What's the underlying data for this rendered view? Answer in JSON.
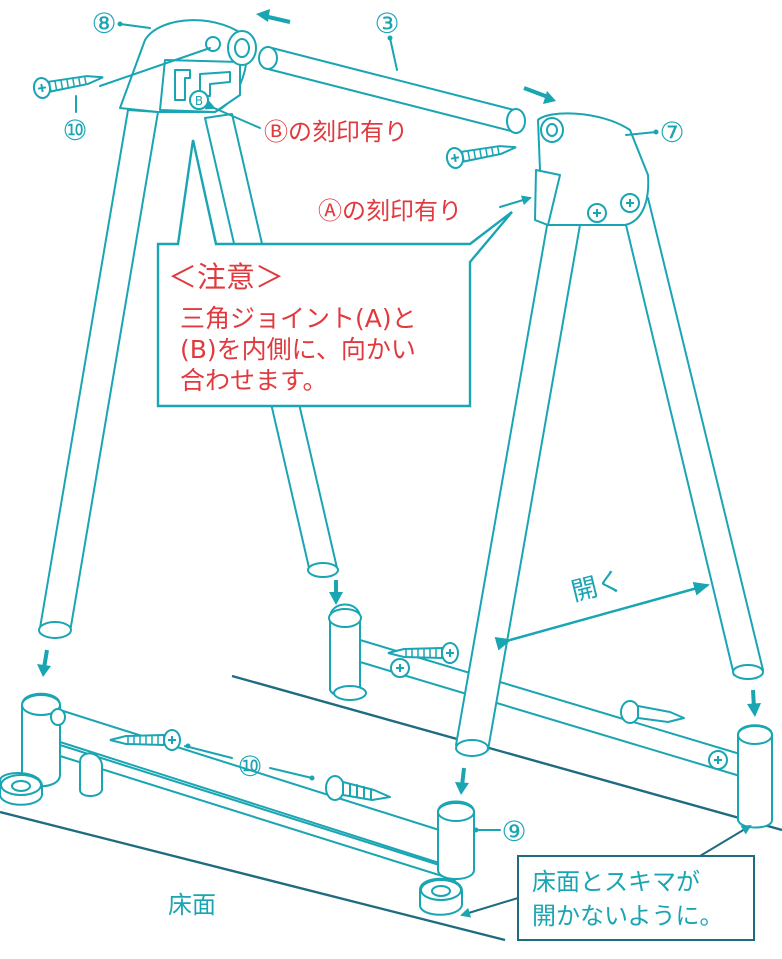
{
  "labels": {
    "part_8": "⑧",
    "part_3": "③",
    "part_7": "⑦",
    "part_10_top": "⑩",
    "part_10_bottom": "⑩",
    "part_9": "⑨",
    "stamp_b_mark": "B",
    "stamp_b": "Ⓑの刻印有り",
    "stamp_a": "Ⓐの刻印有り",
    "open": "開く",
    "floor": "床面"
  },
  "notice": {
    "title": "＜注意＞",
    "line1": "三角ジョイント(A)と",
    "line2": "(B)を内側に、向かい",
    "line3": "合わせます。"
  },
  "gap_note": {
    "line1": "床面とスキマが",
    "line2": "開かないように。"
  },
  "colors": {
    "line": "#1aa5b3",
    "floor_line": "#1e6c80",
    "accent_red": "#e03a3f",
    "arrow": "#1aa5b3"
  }
}
